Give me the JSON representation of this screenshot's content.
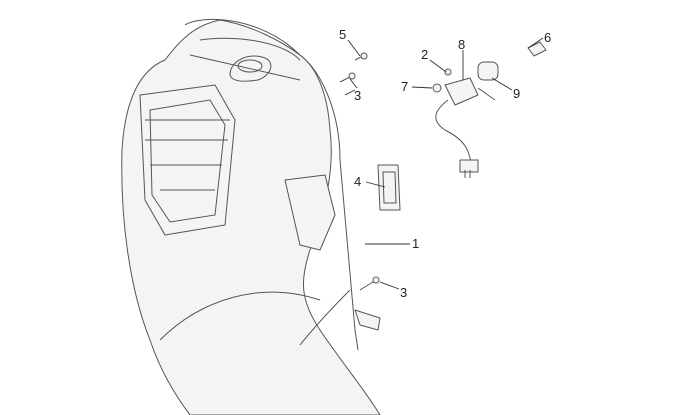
{
  "diagram": {
    "title": "Front shield exploded parts view",
    "callouts": [
      {
        "id": "callout-5",
        "label": "5"
      },
      {
        "id": "callout-3-top",
        "label": "3"
      },
      {
        "id": "callout-2",
        "label": "2"
      },
      {
        "id": "callout-8",
        "label": "8"
      },
      {
        "id": "callout-6",
        "label": "6"
      },
      {
        "id": "callout-7",
        "label": "7"
      },
      {
        "id": "callout-9",
        "label": "9"
      },
      {
        "id": "callout-4",
        "label": "4"
      },
      {
        "id": "callout-1",
        "label": "1"
      },
      {
        "id": "callout-3-bottom",
        "label": "3"
      }
    ]
  }
}
